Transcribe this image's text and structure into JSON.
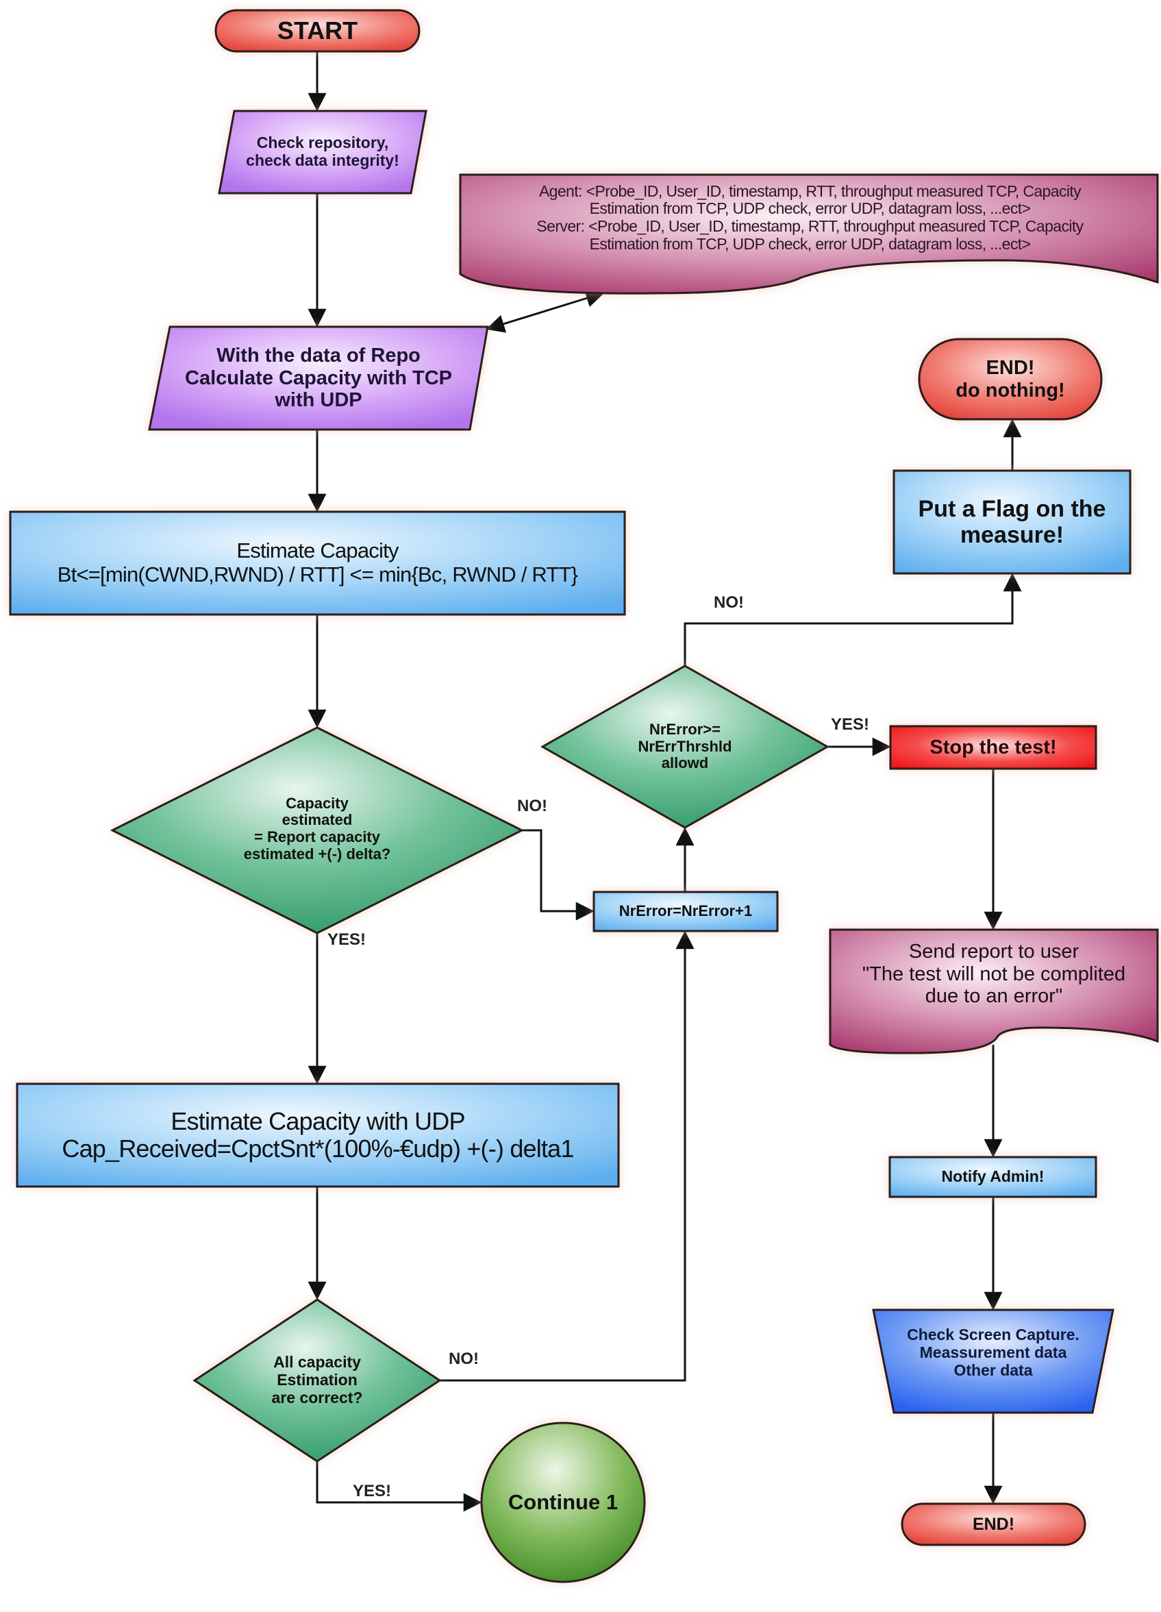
{
  "diagram": {
    "type": "flowchart",
    "colors": {
      "terminal": "#ee5a52",
      "process_input": "#c48bf2",
      "process": "#6ab8f0",
      "decision": "#3aa274",
      "document": "#b0457a",
      "stop": "#f21c1c",
      "manual": "#2f6df0",
      "connector": "#4f9a2c",
      "line": "#111111"
    },
    "nodes": {
      "start": {
        "shape": "terminal",
        "lines": [
          "START"
        ]
      },
      "check_repo": {
        "shape": "parallelogram",
        "lines": [
          "Check repository,",
          "check data integrity!"
        ]
      },
      "repo_data": {
        "shape": "document",
        "lines": [
          "Agent: <Probe_ID, User_ID, timestamp, RTT,  throughput measured TCP, Capacity",
          "Estimation from TCP, UDP check, error UDP, datagram loss, ...ect>",
          "Server: <Probe_ID, User_ID, timestamp, RTT,  throughput measured TCP, Capacity",
          "Estimation from TCP, UDP check, error UDP, datagram loss, ...ect>"
        ]
      },
      "calc_capacity": {
        "shape": "parallelogram",
        "lines": [
          "With the data of Repo",
          "Calculate Capacity with TCP",
          "with UDP"
        ]
      },
      "end_do_nothing": {
        "shape": "terminal",
        "lines": [
          "END!",
          "do nothing!"
        ]
      },
      "put_flag": {
        "shape": "process",
        "lines": [
          "Put a Flag on the",
          "measure!"
        ]
      },
      "estimate_tcp": {
        "shape": "process",
        "lines": [
          "Estimate Capacity",
          "Bt<=[min(CWND,RWND) / RTT] <= min{Bc, RWND / RTT}"
        ]
      },
      "nrerror_check": {
        "shape": "decision",
        "lines": [
          "NrError>=",
          "NrErrThrshld",
          "allowd"
        ]
      },
      "stop_test": {
        "shape": "process",
        "lines": [
          "Stop the test!"
        ]
      },
      "capacity_check": {
        "shape": "decision",
        "lines": [
          "Capacity",
          "estimated",
          "= Report capacity",
          "estimated +(-) delta?"
        ]
      },
      "nrerror_inc": {
        "shape": "process",
        "lines": [
          "NrError=NrError+1"
        ]
      },
      "send_report": {
        "shape": "document",
        "lines": [
          "Send report to user",
          "\"The test will not be complited",
          "due to an error\""
        ]
      },
      "estimate_udp": {
        "shape": "process",
        "lines": [
          "Estimate Capacity with UDP",
          "Cap_Received=CpctSnt*(100%-€udp) +(-) delta1"
        ]
      },
      "notify_admin": {
        "shape": "process",
        "lines": [
          "Notify Admin!"
        ]
      },
      "check_capture": {
        "shape": "manual-operation",
        "lines": [
          "Check Screen Capture.",
          "Meassurement data",
          "Other data"
        ]
      },
      "all_correct": {
        "shape": "decision",
        "lines": [
          "All capacity",
          "Estimation",
          "are correct?"
        ]
      },
      "continue_1": {
        "shape": "connector",
        "lines": [
          "Continue 1"
        ]
      },
      "end": {
        "shape": "terminal",
        "lines": [
          "END!"
        ]
      }
    },
    "edges": [
      {
        "from": "start",
        "to": "check_repo",
        "label": ""
      },
      {
        "from": "check_repo",
        "to": "calc_capacity",
        "label": ""
      },
      {
        "from": "calc_capacity",
        "to": "repo_data",
        "label": "",
        "bidirectional": true
      },
      {
        "from": "calc_capacity",
        "to": "estimate_tcp",
        "label": ""
      },
      {
        "from": "estimate_tcp",
        "to": "capacity_check",
        "label": ""
      },
      {
        "from": "capacity_check",
        "to": "nrerror_inc",
        "label": "NO!"
      },
      {
        "from": "capacity_check",
        "to": "estimate_udp",
        "label": "YES!"
      },
      {
        "from": "nrerror_inc",
        "to": "nrerror_check",
        "label": ""
      },
      {
        "from": "nrerror_check",
        "to": "put_flag",
        "label": "NO!"
      },
      {
        "from": "nrerror_check",
        "to": "stop_test",
        "label": "YES!"
      },
      {
        "from": "put_flag",
        "to": "end_do_nothing",
        "label": ""
      },
      {
        "from": "stop_test",
        "to": "send_report",
        "label": ""
      },
      {
        "from": "send_report",
        "to": "notify_admin",
        "label": ""
      },
      {
        "from": "notify_admin",
        "to": "check_capture",
        "label": ""
      },
      {
        "from": "check_capture",
        "to": "end",
        "label": ""
      },
      {
        "from": "estimate_udp",
        "to": "all_correct",
        "label": ""
      },
      {
        "from": "all_correct",
        "to": "nrerror_inc",
        "label": "NO!"
      },
      {
        "from": "all_correct",
        "to": "continue_1",
        "label": "YES!"
      }
    ],
    "edge_labels": {
      "cap_no": "NO!",
      "cap_yes": "YES!",
      "nr_no": "NO!",
      "nr_yes": "YES!",
      "all_no": "NO!",
      "all_yes": "YES!"
    }
  }
}
